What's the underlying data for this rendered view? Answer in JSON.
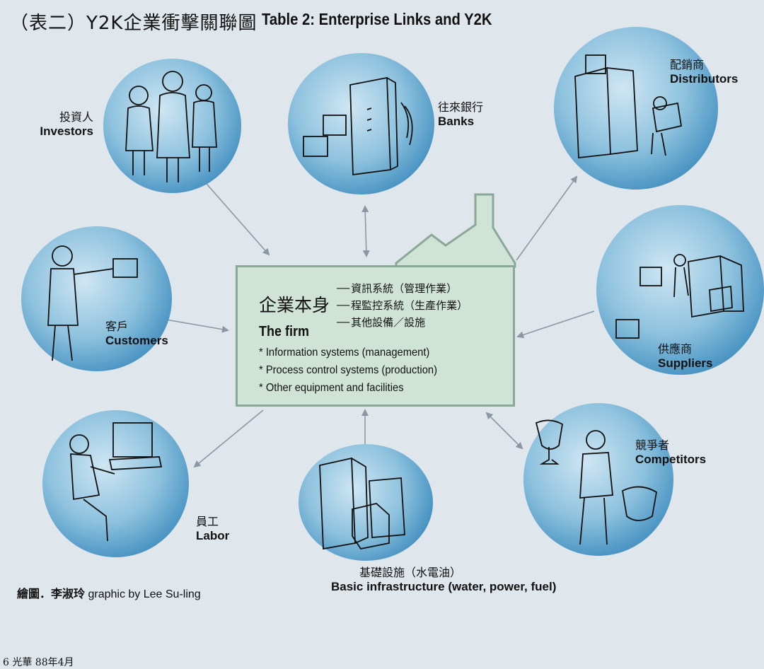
{
  "title": {
    "zh": "（表二）Y2K企業衝擊關聯圖",
    "en": "Table 2: Enterprise Links and Y2K"
  },
  "nodes": {
    "investors": {
      "zh": "投資人",
      "en": "Investors"
    },
    "banks": {
      "zh": "往來銀行",
      "en": "Banks"
    },
    "distributors": {
      "zh": "配銷商",
      "en": "Distributors"
    },
    "customers": {
      "zh": "客戶",
      "en": "Customers"
    },
    "suppliers": {
      "zh": "供應商",
      "en": "Suppliers"
    },
    "labor": {
      "zh": "員工",
      "en": "Labor"
    },
    "infrastructure": {
      "zh": "基礎設施（水電油）",
      "en": "Basic infrastructure (water, power, fuel)"
    },
    "competitors": {
      "zh": "競爭者",
      "en": "Competitors"
    }
  },
  "firm": {
    "zh_title": "企業本身",
    "zh_items": [
      "資訊系統（管理作業）",
      "程監控系統（生產作業）",
      "其他設備／設施"
    ],
    "en_title": "The firm",
    "en_items": [
      "Information systems (management)",
      "Process control systems (production)",
      "Other equipment and facilities"
    ]
  },
  "credit": {
    "zh": "繪圖．李淑玲",
    "en": "graphic by  Lee Su-ling"
  },
  "footer": "6 光華  88年4月",
  "colors": {
    "background": "#dfe6ec",
    "bubble_dark": "#2c78ad",
    "bubble_light": "#cfe6f3",
    "firm_box": "#cfe3d6",
    "arrow": "#8d97a4"
  }
}
